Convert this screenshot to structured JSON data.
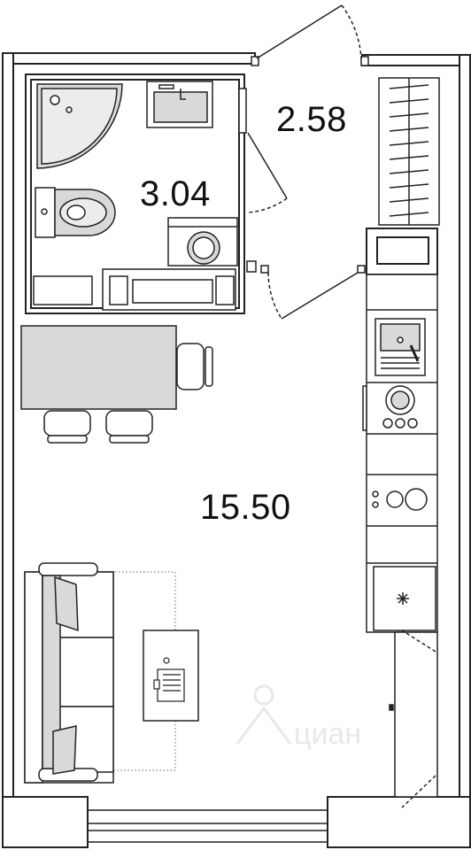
{
  "rooms": [
    {
      "name": "bathroom",
      "area": "3.04"
    },
    {
      "name": "hallway",
      "area": "2.58"
    },
    {
      "name": "studio",
      "area": "15.50"
    }
  ],
  "watermark": "циан",
  "colors": {
    "wall": "#222222",
    "line": "#1a1a1a",
    "fill_grey": "#d9d9d9",
    "fill_light": "#eeeeee",
    "watermark": "#e6e6e6"
  }
}
